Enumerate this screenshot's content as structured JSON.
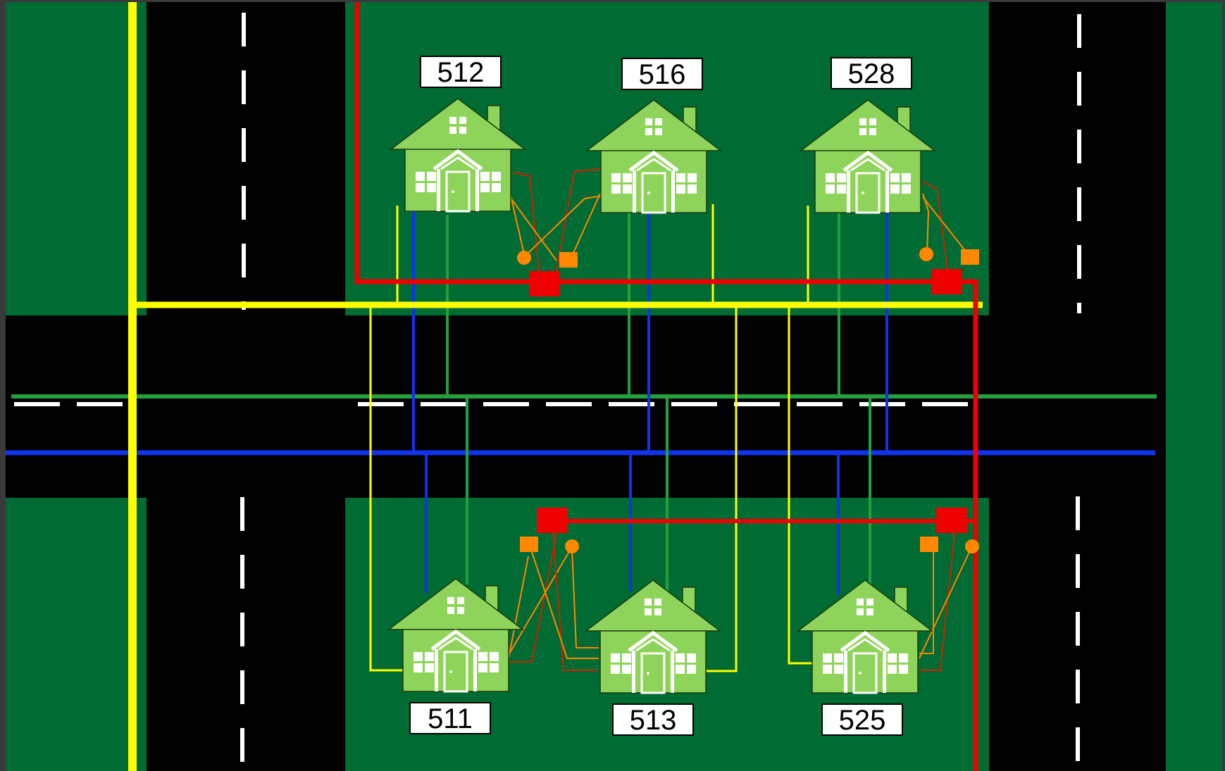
{
  "colors": {
    "grass": "#006b33",
    "road": "#000000",
    "road_marking": "#ffffff",
    "yellow_line": "#ffff00",
    "red_line": "#ee0000",
    "green_line": "#22a03c",
    "blue_line": "#1133ee",
    "drop_line": "#ff8800",
    "drop_line_dark": "#cc2200",
    "house_fill": "#8fd45a",
    "house_outline": "#1a3a10",
    "label_bg": "#ffffff",
    "label_border": "#000000"
  },
  "houses": {
    "north": [
      {
        "address": "512"
      },
      {
        "address": "516"
      },
      {
        "address": "528"
      }
    ],
    "south": [
      {
        "address": "511"
      },
      {
        "address": "513"
      },
      {
        "address": "525"
      }
    ]
  }
}
